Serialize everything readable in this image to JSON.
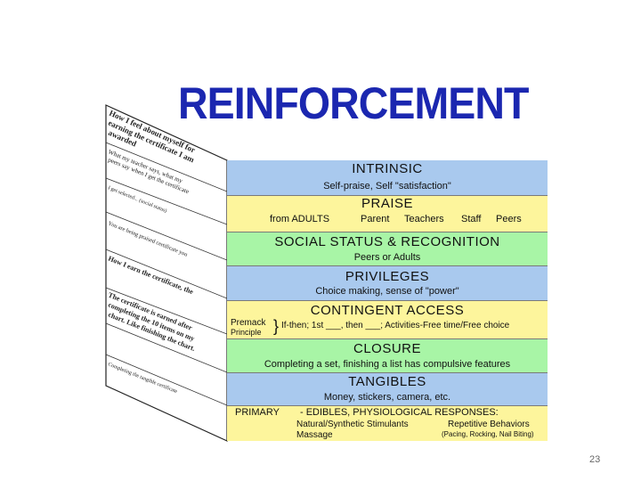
{
  "title": "REINFORCEMENT",
  "page_number": "23",
  "colors": {
    "title": "#1b27b0",
    "blue": "#a9c9ee",
    "yellow": "#fdf59c",
    "green": "#a8f5a6"
  },
  "side_panel_lines": [
    "How I feel about myself for",
    "earning the certificate I am",
    "awarded",
    "What my teacher says, what my",
    "peers say when I get the certificate",
    "I get selected... (social status)",
    "You are being praised certificate you",
    "How I earn the certificate, the",
    "The certificate is earned after",
    "completing the 10 items on my",
    "chart. Like finishing the chart.",
    "Completing the tangible certificate"
  ],
  "levels": {
    "intrinsic": {
      "heading": "INTRINSIC",
      "sub": "Self-praise, Self \"satisfaction\""
    },
    "praise": {
      "heading": "PRAISE",
      "from": "from ADULTS",
      "items": [
        "Parent",
        "Teachers",
        "Staff",
        "Peers"
      ]
    },
    "social": {
      "heading": "SOCIAL STATUS & RECOGNITION",
      "sub": "Peers or Adults"
    },
    "privileges": {
      "heading": "PRIVILEGES",
      "sub": "Choice making, sense of \"power\""
    },
    "contingent": {
      "heading": "CONTINGENT ACCESS",
      "premack_1": "Premack",
      "premack_2": "Principle",
      "brace": "}",
      "rule": "If-then; 1st ___, then ___; Activities-Free time/Free choice"
    },
    "closure": {
      "heading": "CLOSURE",
      "sub": "Completing a set, finishing a list has compulsive features"
    },
    "tangibles": {
      "heading": "TANGIBLES",
      "sub": "Money, stickers, camera, etc."
    },
    "primary": {
      "label": "PRIMARY",
      "line1": "- EDIBLES, PHYSIOLOGICAL RESPONSES:",
      "left1": "Natural/Synthetic Stimulants",
      "left2": "Massage",
      "right1": "Repetitive Behaviors",
      "right2": "(Pacing, Rocking, Nail Biting)"
    }
  }
}
